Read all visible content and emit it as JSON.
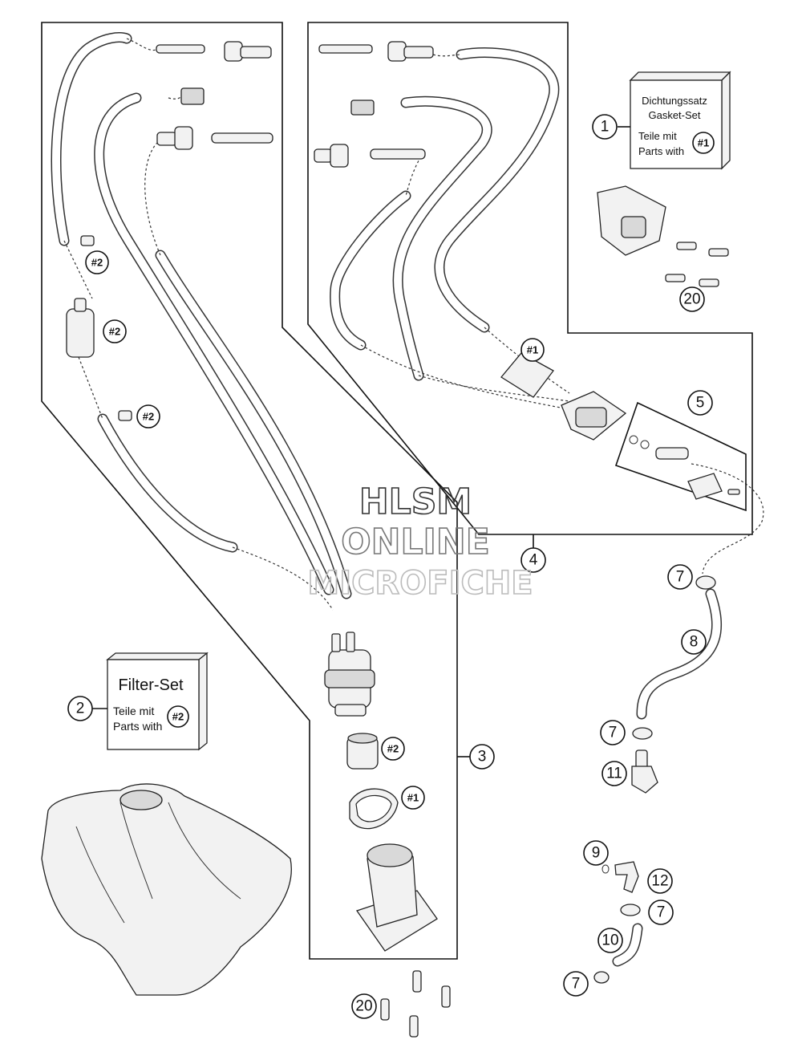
{
  "callouts": {
    "c1": "1",
    "c2": "2",
    "c3": "3",
    "c4": "4",
    "c5": "5",
    "c7a": "7",
    "c7b": "7",
    "c7c": "7",
    "c7d": "7",
    "c8": "8",
    "c9": "9",
    "c10": "10",
    "c11": "11",
    "c12": "12",
    "c20a": "20",
    "c20b": "20"
  },
  "refs": {
    "r2a": "#2",
    "r2b": "#2",
    "r2c": "#2",
    "r2d": "#2",
    "r2e": "#2",
    "r1a": "#1",
    "r1b": "#1",
    "r1c": "#1"
  },
  "gasket_box": {
    "line1": "Dichtungssatz",
    "line2": "Gasket-Set",
    "line3": "Teile mit",
    "line4": "Parts with"
  },
  "filter_box": {
    "title": "Filter-Set",
    "line1": "Teile mit",
    "line2": "Parts with"
  },
  "watermark": {
    "line1": "HLSM",
    "line2": "ONLINE",
    "line3": "MICROFICHE"
  }
}
